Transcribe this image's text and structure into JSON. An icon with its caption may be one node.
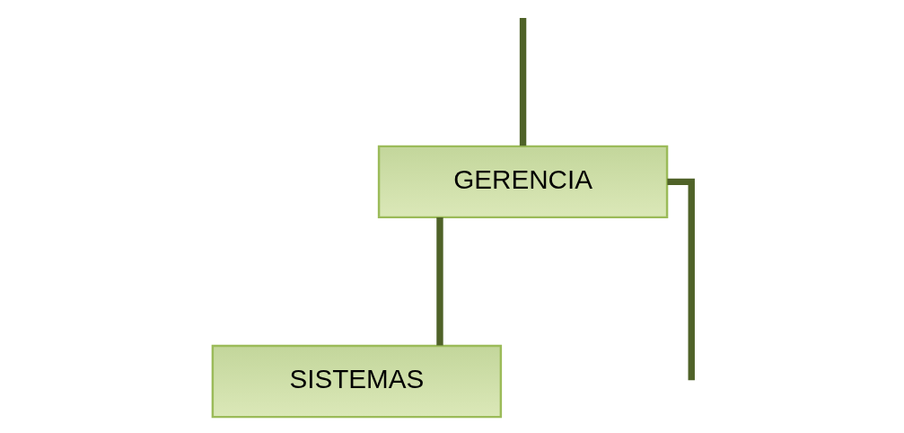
{
  "diagram": {
    "nodes": [
      {
        "text": [
          "GERENCIA"
        ]
      },
      {
        "text": [
          "SISTEMAS"
        ]
      }
    ],
    "edges": [
      {
        "from": null,
        "to": 0,
        "arrow": "none"
      },
      {
        "from": 0,
        "to": 1,
        "arrow": "none"
      },
      {
        "from": 0,
        "to": null,
        "arrow": "none"
      }
    ]
  }
}
